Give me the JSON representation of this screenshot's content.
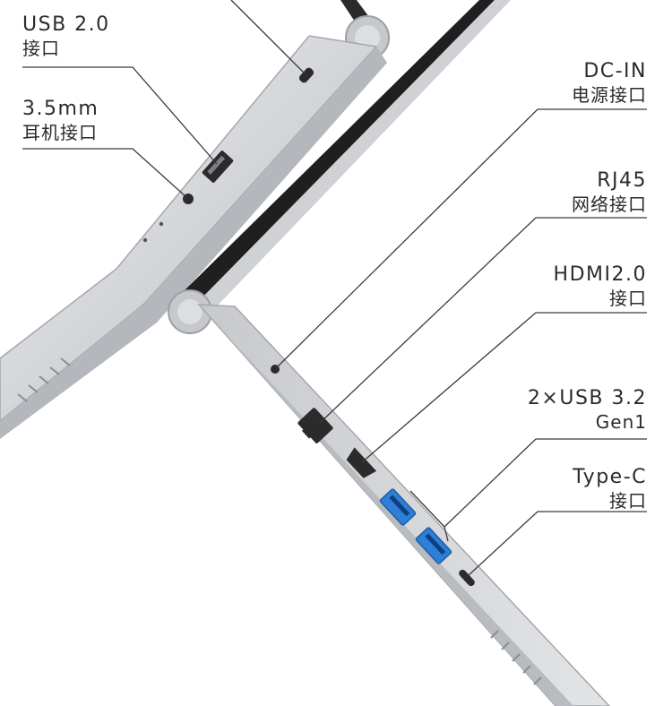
{
  "ports_left": [
    {
      "name": "USB 2.0",
      "desc": "接口"
    },
    {
      "name": "3.5mm",
      "desc": "耳机接口"
    }
  ],
  "ports_right": [
    {
      "name": "DC-IN",
      "desc": "电源接口"
    },
    {
      "name": "RJ45",
      "desc": "网络接口"
    },
    {
      "name": "HDMI2.0",
      "desc": "接口"
    },
    {
      "name": "2×USB 3.2",
      "desc": "Gen1"
    },
    {
      "name": "Type-C",
      "desc": "接口"
    }
  ],
  "colors": {
    "chassis": "#cfd1d4",
    "chassis_light": "#e4e6e8",
    "chassis_dark": "#a7aaae",
    "usb3_blue": "#2f7fd6",
    "leader_line": "#3a3a3a"
  }
}
